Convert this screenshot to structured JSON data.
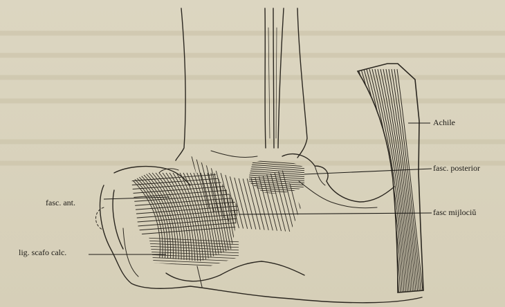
{
  "labels": {
    "achile": "Achile",
    "fasc_posterior": "fasc. posterior",
    "fasc_mijlociu": "fasc mijlociŭ",
    "fasc_ant": "fasc. ant.",
    "lig_scafo_calc": "lig. scafo calc."
  },
  "colors": {
    "paper": "#d9d3bd",
    "ink": "#2a261f"
  }
}
